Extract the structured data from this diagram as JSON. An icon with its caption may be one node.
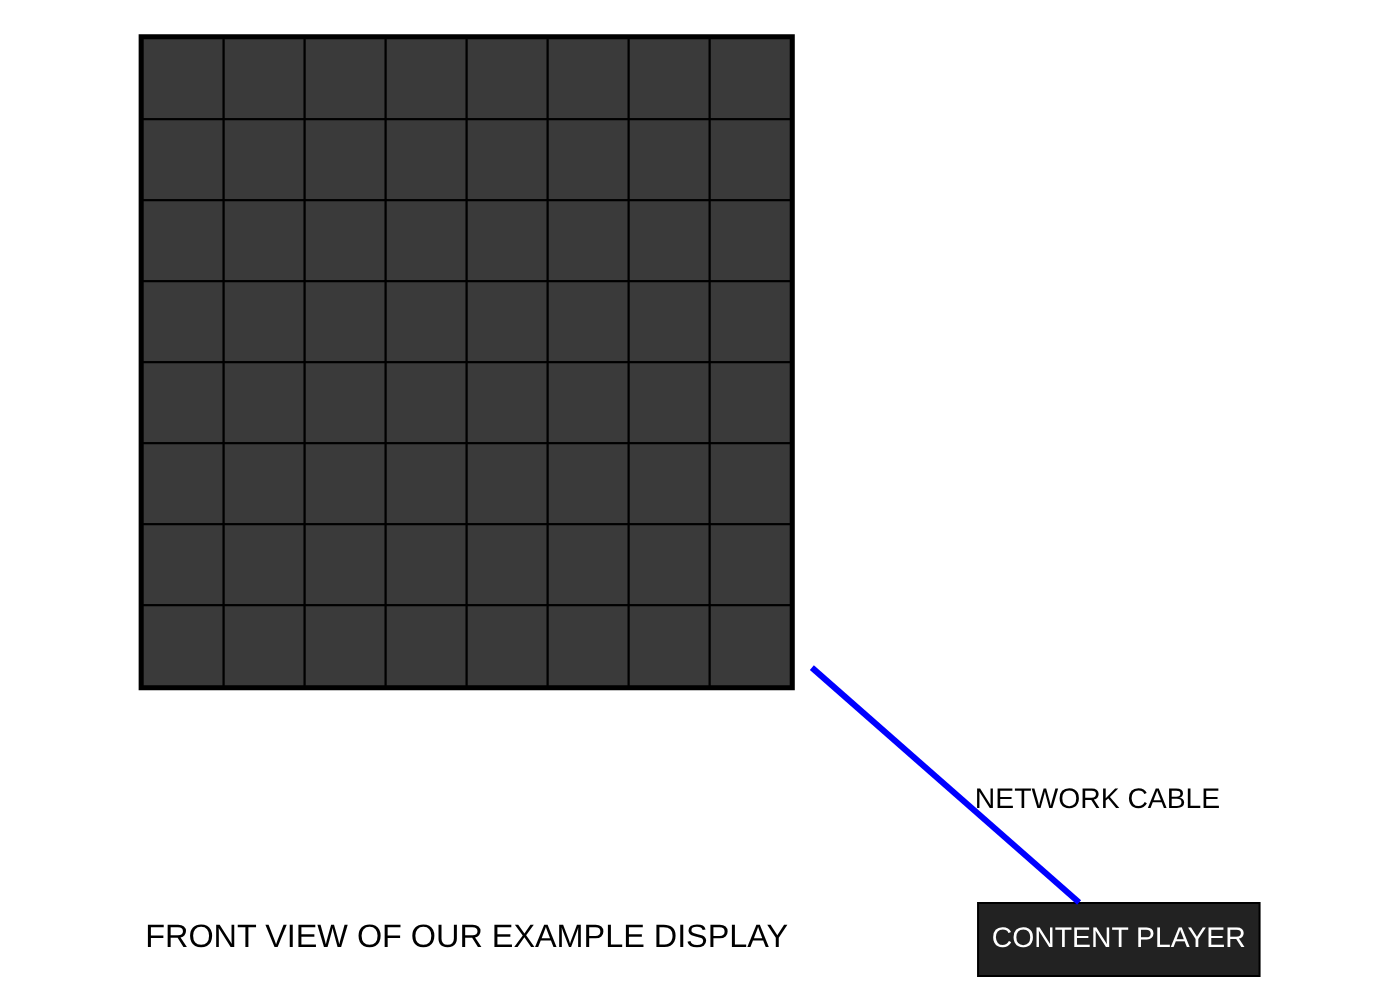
{
  "diagram": {
    "nodes": [
      {
        "text": [],
        "shape": "picture"
      },
      {
        "text": [
          "CONTENT PLAYER"
        ]
      }
    ],
    "edges": [
      {
        "from": 1,
        "to": 0,
        "arrow": "none",
        "label": "NETWORK CABLE",
        "color": "#0000ff"
      }
    ],
    "labels": [
      "FRONT VIEW OF OUR EXAMPLE DISPLAY"
    ]
  }
}
